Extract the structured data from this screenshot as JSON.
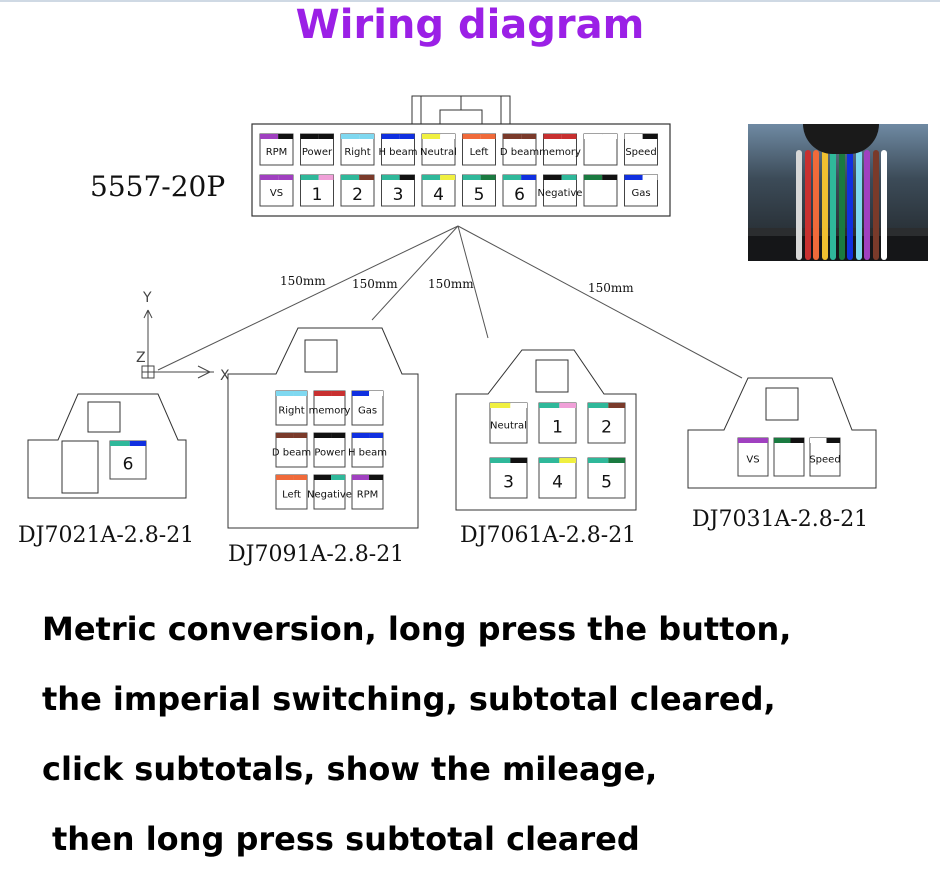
{
  "title": "Wiring diagram",
  "main_connector": {
    "model": "5557-20P",
    "top_row": [
      {
        "label": "RPM",
        "colors": [
          "#a040c0",
          "#111111"
        ]
      },
      {
        "label": "Power",
        "colors": [
          "#111111",
          "#111111"
        ]
      },
      {
        "label": "Right",
        "colors": [
          "#7fd8f0",
          "#7fd8f0"
        ]
      },
      {
        "label": "H beam",
        "colors": [
          "#1030e0",
          "#1030e0"
        ]
      },
      {
        "label": "Neutral",
        "colors": [
          "#f0f040",
          "#ffffff"
        ]
      },
      {
        "label": "Left",
        "colors": [
          "#f06a3a",
          "#f06a3a"
        ]
      },
      {
        "label": "D beam",
        "colors": [
          "#7a3a2a",
          "#7a3a2a"
        ]
      },
      {
        "label": "memory",
        "colors": [
          "#c83030",
          "#c83030"
        ]
      },
      {
        "label": "",
        "colors": [
          "#ffffff",
          "#ffffff"
        ]
      },
      {
        "label": "Speed",
        "colors": [
          "#ffffff",
          "#111111"
        ]
      }
    ],
    "bottom_row": [
      {
        "label": "VS",
        "colors": [
          "#a040c0",
          "#a040c0"
        ]
      },
      {
        "label": "1",
        "colors": [
          "#2fb89a",
          "#f0a0d8"
        ]
      },
      {
        "label": "2",
        "colors": [
          "#2fb89a",
          "#7a3a2a"
        ]
      },
      {
        "label": "3",
        "colors": [
          "#2fb89a",
          "#111111"
        ]
      },
      {
        "label": "4",
        "colors": [
          "#2fb89a",
          "#f0f040"
        ]
      },
      {
        "label": "5",
        "colors": [
          "#2fb89a",
          "#1a7a40"
        ]
      },
      {
        "label": "6",
        "colors": [
          "#2fb89a",
          "#1030e0"
        ]
      },
      {
        "label": "Negative",
        "colors": [
          "#111111",
          "#2fb89a"
        ]
      },
      {
        "label": "",
        "colors": [
          "#1a7a40",
          "#111111"
        ]
      },
      {
        "label": "Gas",
        "colors": [
          "#1030e0",
          "#ffffff"
        ]
      }
    ]
  },
  "cable_lengths": [
    "150mm",
    "150mm",
    "150mm",
    "150mm"
  ],
  "axis_labels": {
    "y": "Y",
    "z": "Z",
    "x": "X"
  },
  "sub_connectors": [
    {
      "model": "DJ7021A-2.8-21",
      "pins": [
        {
          "label": "",
          "colors": [
            "#ffffff",
            "#ffffff"
          ]
        },
        {
          "label": "6",
          "colors": [
            "#2fb89a",
            "#1030e0"
          ]
        }
      ]
    },
    {
      "model": "DJ7091A-2.8-21",
      "pins": [
        {
          "label": "Right",
          "colors": [
            "#7fd8f0",
            "#7fd8f0"
          ]
        },
        {
          "label": "memory",
          "colors": [
            "#c83030",
            "#c83030"
          ]
        },
        {
          "label": "Gas",
          "colors": [
            "#1030e0",
            "#ffffff"
          ]
        },
        {
          "label": "D beam",
          "colors": [
            "#7a3a2a",
            "#7a3a2a"
          ]
        },
        {
          "label": "Power",
          "colors": [
            "#111111",
            "#111111"
          ]
        },
        {
          "label": "H beam",
          "colors": [
            "#1030e0",
            "#1030e0"
          ]
        },
        {
          "label": "Left",
          "colors": [
            "#f06a3a",
            "#f06a3a"
          ]
        },
        {
          "label": "Negative",
          "colors": [
            "#111111",
            "#2fb89a"
          ]
        },
        {
          "label": "RPM",
          "colors": [
            "#a040c0",
            "#111111"
          ]
        }
      ]
    },
    {
      "model": "DJ7061A-2.8-21",
      "pins": [
        {
          "label": "Neutral",
          "colors": [
            "#f0f040",
            "#ffffff"
          ]
        },
        {
          "label": "1",
          "colors": [
            "#2fb89a",
            "#f0a0d8"
          ]
        },
        {
          "label": "2",
          "colors": [
            "#2fb89a",
            "#7a3a2a"
          ]
        },
        {
          "label": "3",
          "colors": [
            "#2fb89a",
            "#111111"
          ]
        },
        {
          "label": "4",
          "colors": [
            "#2fb89a",
            "#f0f040"
          ]
        },
        {
          "label": "5",
          "colors": [
            "#2fb89a",
            "#1a7a40"
          ]
        }
      ]
    },
    {
      "model": "DJ7031A-2.8-21",
      "pins": [
        {
          "label": "VS",
          "colors": [
            "#a040c0",
            "#a040c0"
          ]
        },
        {
          "label": "",
          "colors": [
            "#1a7a40",
            "#111111"
          ]
        },
        {
          "label": "Speed",
          "colors": [
            "#ffffff",
            "#111111"
          ]
        }
      ]
    }
  ],
  "notes": [
    "Metric conversion, long press the button,",
    "the imperial switching, subtotal cleared,",
    "click subtotals, show the mileage,",
    "then long press subtotal cleared"
  ],
  "photo_wire_colors": [
    "#d8d8d8",
    "#c83030",
    "#f06a3a",
    "#f0c030",
    "#2fb89a",
    "#1a7a40",
    "#1030e0",
    "#7fd8f0",
    "#a040c0",
    "#7a3a2a",
    "#ffffff"
  ],
  "accent_color": "#9b20e6"
}
